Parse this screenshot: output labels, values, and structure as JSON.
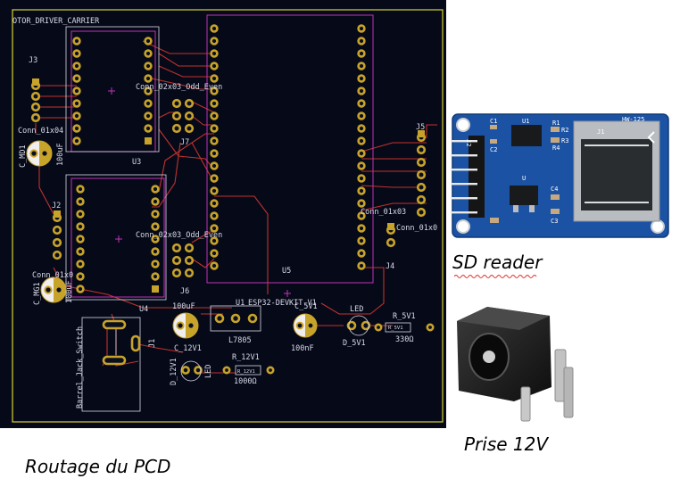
{
  "captions": {
    "sd_reader": "SD reader",
    "power_jack": "Prise 12V",
    "pcb_routing": "Routage du PCD"
  },
  "pcb": {
    "title": "OTOR_DRIVER_CARRIER",
    "labels": {
      "j3": "J3",
      "j2": "J2",
      "j4": "J4",
      "j5": "J5",
      "j6": "J6",
      "j7": "J7",
      "j1": "J1",
      "u3": "U3",
      "u4": "U4",
      "u5": "U5",
      "u1": "U1",
      "c_md1": "C_MD1",
      "c_mg1": "C_MG1",
      "conn_01x04": "Conn_01x04",
      "conn_01x0_left": "Conn_01x0",
      "conn_01x03": "Conn_01x03",
      "conn_01x0_right": "Conn_01x0",
      "conn_02x03_top": "Conn_02x03_Odd_Even",
      "conn_02x03_mid": "Conn_02x03_Odd_Even",
      "cap_100uf_md": "100uF",
      "cap_100uf_mg": "100uF",
      "cap_100uf_mid": "100uF",
      "barrel_jack": "Barrel_Jack_Switch",
      "esp32": "ESP32-DEVKIT-V1",
      "l7805": "L7805",
      "c_12v1": "C_12V1",
      "c_5v1": "C_5V1",
      "c_100nf": "100nF",
      "led_top": "LED",
      "d_5v1": "D_5V1",
      "r_5v1": "R_5V1",
      "r_5v1_box": "R_5V1",
      "r_330": "330Ω",
      "d_12v1": "D_12V1",
      "led_bottom": "LED",
      "r_12v1": "R_12V1",
      "r_12v1_box": "R_12V1",
      "r_1000": "1000Ω"
    }
  },
  "sd_module": {
    "model": "HW-125",
    "slot": "J1",
    "header": "J2",
    "regulator": "U",
    "chip": "U1",
    "caps": [
      "C1",
      "C2",
      "C3",
      "C4"
    ],
    "resistors": [
      "R1",
      "R2",
      "R3",
      "R4"
    ]
  },
  "colors": {
    "board": "#060a18",
    "track": "#c2312e",
    "silk": "#d8d9e8",
    "pad": "#c8a32a",
    "courtyard": "#c033b8",
    "edge": "#d7d335",
    "sd_board": "#1b52a3"
  }
}
